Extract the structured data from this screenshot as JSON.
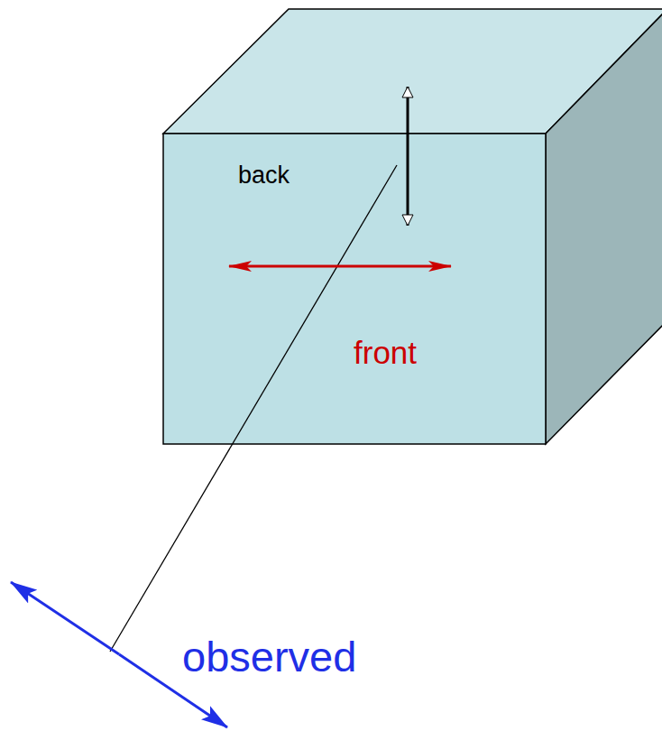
{
  "diagram": {
    "labels": [
      "back",
      "front",
      "observed"
    ]
  }
}
